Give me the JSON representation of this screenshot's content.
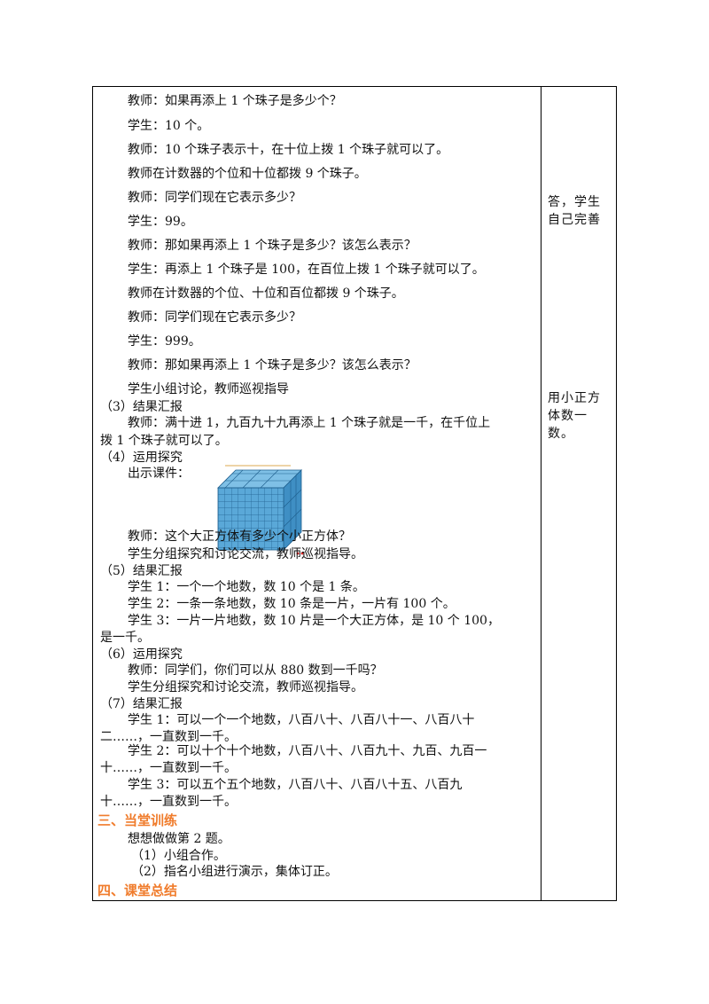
{
  "main": {
    "lines": [
      "教师：如果再添上 1 个珠子是多少个？",
      "学生：10 个。",
      "教师：10 个珠子表示十，在十位上拨 1 个珠子就可以了。",
      "教师在计数器的个位和十位都拨 9 个珠子。",
      "教师：同学们现在它表示多少？",
      "学生：99。",
      "教师：那如果再添上 1 个珠子是多少？该怎么表示？",
      "学生：再添上 1 个珠子是 100，在百位上拨 1 个珠子就可以了。",
      "教师在计数器的个位、十位和百位都拨 9 个珠子。",
      "教师：同学们现在它表示多少？",
      "学生：999。",
      "教师：那如果再添上 1 个珠子是多少？该怎么表示？",
      "学生小组讨论，教师巡视指导",
      "（3）结果汇报",
      "教师：满十进 1，九百九十九再添上 1 个珠子就是一千，在千位上",
      "拨 1 个珠子就可以了。",
      "（4）运用探究",
      "出示课件：",
      "教师：这个大正方体有多少个小正方体？",
      "学生分组探究和讨论交流，教师巡视指导。",
      "（5）结果汇报",
      "学生 1：一个一个地数，数 10 个是 1 条。",
      "学生 2：一条一条地数，数 10 条是一片，一片有 100 个。",
      "学生 3：一片一片地数，数 10 片是一个大正方体，是 10 个 100，",
      "是一千。",
      "（6）运用探究",
      "教师：同学们，你们可以从 880 数到一千吗？",
      "学生分组探究和讨论交流，教师巡视指导。",
      "（7）结果汇报",
      "学生 1：可以一个一个地数，八百八十、八百八十一、八百八十",
      "二……，一直数到一千。",
      "学生 2：可以十个十个地数，八百八十、八百九十、九百、九百一",
      "十……，一直数到一千。",
      "学生 3：可以五个五个地数，八百八十、八百八十五、八百九",
      "十……，一直数到一千。",
      "想想做做第 2 题。",
      "（1）小组合作。",
      "（2）指名小组进行演示，集体订正。"
    ],
    "section3_title": "三、当堂训练",
    "section4_title": "四、课堂总结"
  },
  "side": {
    "note1": [
      "答，学生",
      "自己完善"
    ],
    "note2": [
      "用小正方",
      "体数一",
      "数。"
    ]
  },
  "figure": {
    "icon": "cube-icon",
    "face_color": "#5aa8d8",
    "grid_color": "#1e5f8e",
    "dots_color": "#d22222"
  },
  "colors": {
    "heading": "#f07c2c"
  }
}
